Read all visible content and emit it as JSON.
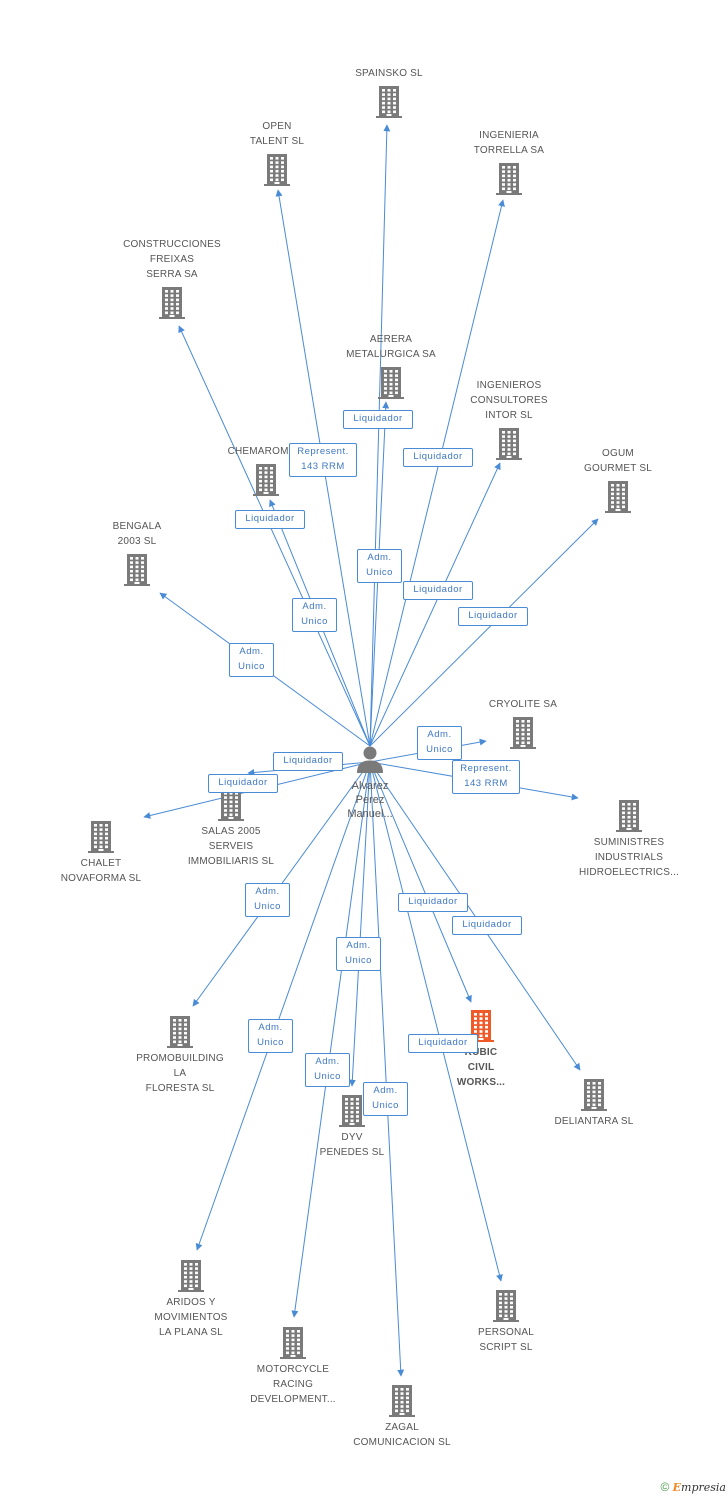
{
  "colors": {
    "node_icon": "#7a7a7a",
    "focus_icon": "#f05a28",
    "edge": "#4a8bd6",
    "edge_label_text": "#3f78c2"
  },
  "center": {
    "icon": "person-icon",
    "label": "Alvarez\nPerez\nManuel..."
  },
  "nodes": [
    {
      "id": "spainsko",
      "label": "SPAINSKO SL",
      "icon": "building-icon"
    },
    {
      "id": "open",
      "label": "OPEN\nTALENT SL",
      "icon": "building-icon"
    },
    {
      "id": "ingenieria",
      "label": "INGENIERIA\nTORRELLA SA",
      "icon": "building-icon"
    },
    {
      "id": "construcciones",
      "label": "CONSTRUCCIONES\nFREIXAS\nSERRA SA",
      "icon": "building-icon"
    },
    {
      "id": "aerera",
      "label": "AERERA\nMETALURGICA SA",
      "icon": "building-icon"
    },
    {
      "id": "ingenieros",
      "label": "INGENIEROS\nCONSULTORES\nINTOR SL",
      "icon": "building-icon"
    },
    {
      "id": "chemarome",
      "label": "CHEMAROME...",
      "icon": "building-icon"
    },
    {
      "id": "ogum",
      "label": "OGUM\nGOURMET SL",
      "icon": "building-icon"
    },
    {
      "id": "bengala",
      "label": "BENGALA\n2003 SL",
      "icon": "building-icon"
    },
    {
      "id": "cryolite",
      "label": "CRYOLITE SA",
      "icon": "building-icon"
    },
    {
      "id": "salas",
      "label": "SALAS 2005\nSERVEIS\nIMMOBILIARIS SL",
      "icon": "building-icon"
    },
    {
      "id": "chalet",
      "label": "CHALET\nNOVAFORMA SL",
      "icon": "building-icon"
    },
    {
      "id": "suministres",
      "label": "SUMINISTRES\nINDUSTRIALS\nHIDROELECTRICS...",
      "icon": "building-icon"
    },
    {
      "id": "kubic",
      "label": "KUBIC\nCIVIL\nWORKS...",
      "icon": "building-icon",
      "focus": true
    },
    {
      "id": "promobuilding",
      "label": "PROMOBUILDING\nLA\nFLORESTA SL",
      "icon": "building-icon"
    },
    {
      "id": "deliantara",
      "label": "DELIANTARA SL",
      "icon": "building-icon"
    },
    {
      "id": "dyv",
      "label": "DYV\nPENEDES SL",
      "icon": "building-icon"
    },
    {
      "id": "aridos",
      "label": "ARIDOS Y\nMOVIMIENTOS\nLA PLANA SL",
      "icon": "building-icon"
    },
    {
      "id": "personal",
      "label": "PERSONAL\nSCRIPT SL",
      "icon": "building-icon"
    },
    {
      "id": "motorcycle",
      "label": "MOTORCYCLE\nRACING\nDEVELOPMENT...",
      "icon": "building-icon"
    },
    {
      "id": "zagal",
      "label": "ZAGAL\nCOMUNICACION SL",
      "icon": "building-icon"
    }
  ],
  "edges": [
    {
      "to": "spainsko",
      "label": "Liquidador"
    },
    {
      "to": "open",
      "label": "Represent.\n143 RRM"
    },
    {
      "to": "ingenieria",
      "label": "Liquidador"
    },
    {
      "to": "construcciones",
      "label": "Adm.\nUnico"
    },
    {
      "to": "aerera",
      "label": "Adm.\nUnico"
    },
    {
      "to": "ingenieros",
      "label": "Liquidador"
    },
    {
      "to": "chemarome",
      "label": "Liquidador"
    },
    {
      "to": "ogum",
      "label": "Liquidador"
    },
    {
      "to": "bengala",
      "label": "Adm.\nUnico"
    },
    {
      "to": "cryolite",
      "label": "Adm.\nUnico"
    },
    {
      "to": "salas",
      "label": "Liquidador"
    },
    {
      "to": "chalet",
      "label": "Liquidador"
    },
    {
      "to": "suministres",
      "label": "Represent.\n143 RRM"
    },
    {
      "to": "kubic",
      "label": "Liquidador"
    },
    {
      "to": "promobuilding",
      "label": "Adm.\nUnico"
    },
    {
      "to": "deliantara",
      "label": "Liquidador"
    },
    {
      "to": "dyv",
      "label": "Adm.\nUnico"
    },
    {
      "to": "aridos",
      "label": "Adm.\nUnico"
    },
    {
      "to": "personal",
      "label": "Liquidador"
    },
    {
      "to": "motorcycle",
      "label": "Adm.\nUnico"
    },
    {
      "to": "zagal",
      "label": "Adm.\nUnico"
    }
  ],
  "footer": {
    "copyright": "©",
    "brand_initial": "E",
    "brand_rest": "mpresia"
  }
}
